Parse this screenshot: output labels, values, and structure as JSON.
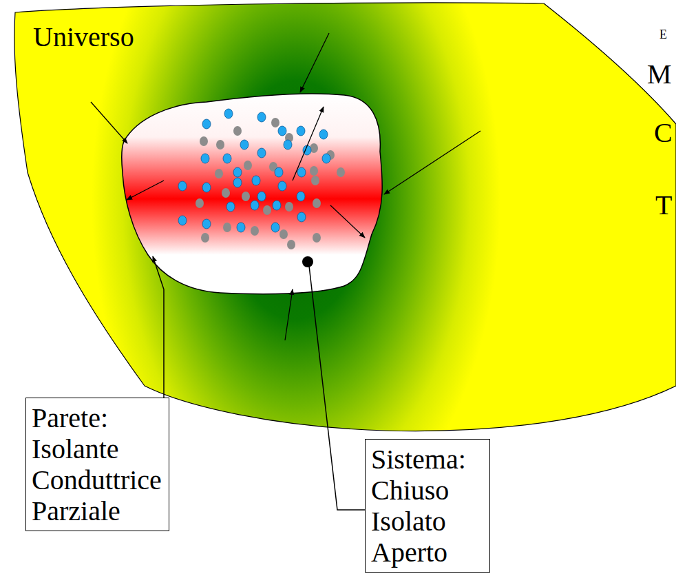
{
  "diagram": {
    "nodes": [
      {
        "text": [
          "Universo"
        ]
      },
      {
        "text": [
          "Parete:",
          "Isolante",
          "Conduttrice",
          "Parziale"
        ]
      },
      {
        "text": [
          "Sistema:",
          "Chiuso",
          "Isolato",
          "Aperto"
        ]
      }
    ],
    "labels": [
      "E",
      "M",
      "C",
      "T"
    ]
  }
}
